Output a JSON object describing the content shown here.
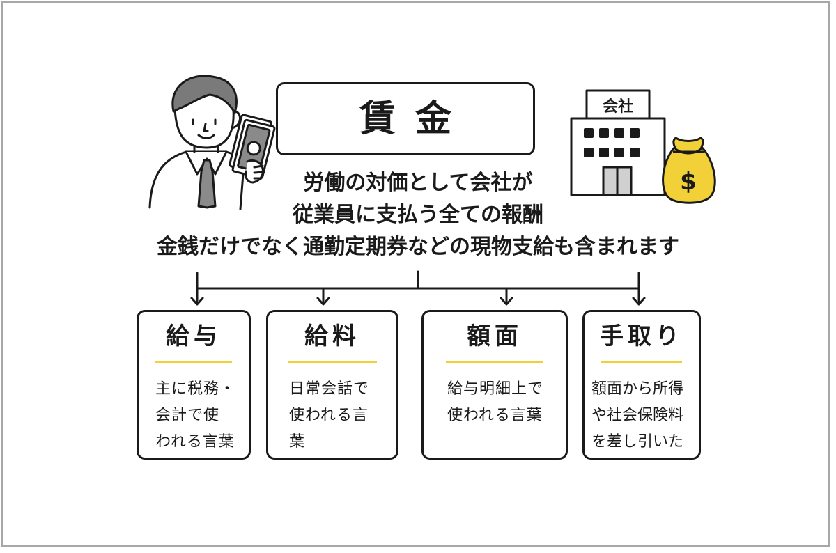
{
  "title": "賃金",
  "company_sign": "会社",
  "money_symbol": "$",
  "description": {
    "line1": "労働の対価として会社が",
    "line2": "従業員に支払う全ての報酬",
    "line3": "金銭だけでなく通勤定期券などの現物支給も含まれます"
  },
  "cards": [
    {
      "title": "給与",
      "lines": [
        "主に税務・",
        "会計で使",
        "われる言葉"
      ]
    },
    {
      "title": "給料",
      "lines": [
        "日常会話で",
        "使われる言",
        "葉"
      ]
    },
    {
      "title": "額面",
      "lines": [
        "給与明細上で",
        "使われる言葉"
      ]
    },
    {
      "title": "手取り",
      "lines": [
        "額面から所得",
        "や社会保険料",
        "を差し引いた"
      ]
    }
  ],
  "colors": {
    "accent_yellow": "#f2d138",
    "line": "#1a1a1a",
    "frame": "#a7a7a7",
    "building_window": "#d0d0d0"
  }
}
